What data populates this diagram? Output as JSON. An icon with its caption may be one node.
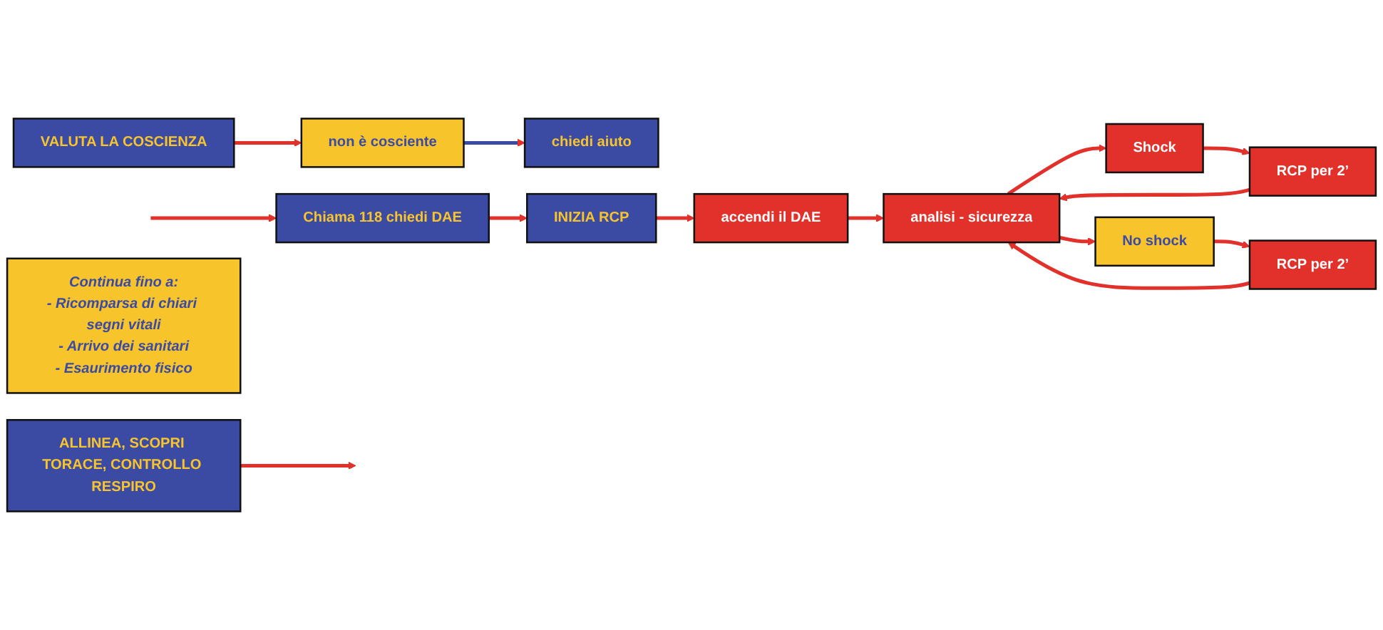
{
  "diagram": {
    "nodes": [
      {
        "text": [
          "VALUTA LA COSCIENZA"
        ]
      },
      {
        "text": [
          "non è cosciente"
        ]
      },
      {
        "text": [
          "chiedi aiuto"
        ]
      },
      {
        "text": [
          "ALLINEA, SCOPRI TORACE, CONTROLLO RESPIRO"
        ]
      },
      {
        "text": [
          "INIZIA RCP"
        ]
      },
      {
        "text": [
          "Chiama 118 chiedi DAE"
        ]
      },
      {
        "text": [
          "accendi il DAE"
        ]
      },
      {
        "text": [
          "analisi - sicurezza"
        ]
      },
      {
        "text": [
          "Shock"
        ]
      },
      {
        "text": [
          "No shock"
        ]
      },
      {
        "text": [
          "Continua fino a:",
          "- Ricomparsa di chiari segni vitali",
          "- Arrivo dei sanitari",
          "- Esaurimento fisico"
        ]
      },
      {
        "text": [
          "RCP per 2’"
        ]
      },
      {
        "text": [
          "RCP per 2’"
        ]
      }
    ],
    "edges": [
      {
        "from": 0,
        "to": 1,
        "arrow": "to"
      },
      {
        "from": 1,
        "to": 2,
        "arrow": "to",
        "color": "#3b4aa3"
      },
      {
        "from": 3,
        "to": null,
        "arrow": "to"
      },
      {
        "from": null,
        "to": 5,
        "arrow": "to"
      },
      {
        "from": 5,
        "to": 4,
        "arrow": "to"
      },
      {
        "from": 4,
        "to": 6,
        "arrow": "to"
      },
      {
        "from": 6,
        "to": 7,
        "arrow": "to"
      },
      {
        "from": 7,
        "to": 8,
        "arrow": "to"
      },
      {
        "from": 7,
        "to": 9,
        "arrow": "to"
      },
      {
        "from": 8,
        "to": 11,
        "arrow": "to"
      },
      {
        "from": 9,
        "to": 12,
        "arrow": "to"
      },
      {
        "from": 11,
        "to": 7,
        "arrow": "to"
      },
      {
        "from": 12,
        "to": 7,
        "arrow": "to"
      }
    ]
  }
}
